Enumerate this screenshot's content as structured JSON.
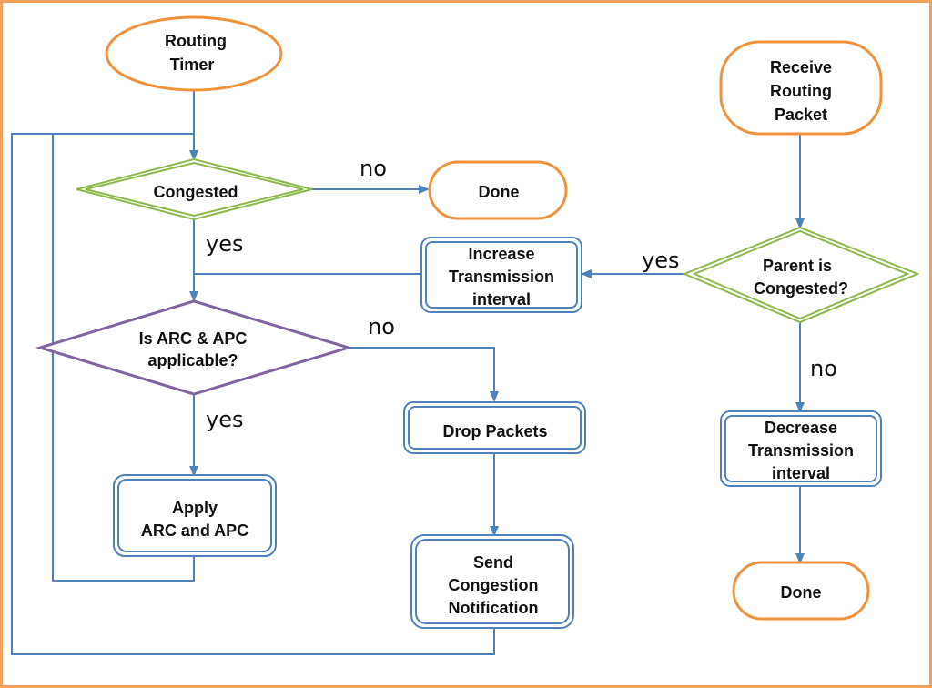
{
  "colors": {
    "frame": "#f0a05a",
    "terminal_stroke": "#f0923c",
    "decision_green": "#8db84a",
    "decision_purple": "#8064a2",
    "process_stroke": "#4f81bd",
    "arrow": "#4f81bd"
  },
  "nodes": {
    "routing_timer": [
      "Routing",
      "Timer"
    ],
    "receive_packet": [
      "Receive",
      "Routing",
      "Packet"
    ],
    "congested": [
      "Congested"
    ],
    "done_top": [
      "Done"
    ],
    "increase_interval": [
      "Increase",
      "Transmission",
      "interval"
    ],
    "parent_congested": [
      "Parent is",
      "Congested?"
    ],
    "arc_apc_applicable": [
      "Is ARC & APC",
      "applicable?"
    ],
    "drop_packets": [
      "Drop Packets"
    ],
    "decrease_interval": [
      "Decrease",
      "Transmission",
      "interval"
    ],
    "apply_arc_apc": [
      "Apply",
      "ARC and APC"
    ],
    "send_notification": [
      "Send",
      "Congestion",
      "Notification"
    ],
    "done_bottom": [
      "Done"
    ]
  },
  "edge_labels": {
    "congested_no": "no",
    "congested_yes": "yes",
    "parent_yes": "yes",
    "arc_no": "no",
    "arc_yes": "yes",
    "parent_no": "no"
  }
}
